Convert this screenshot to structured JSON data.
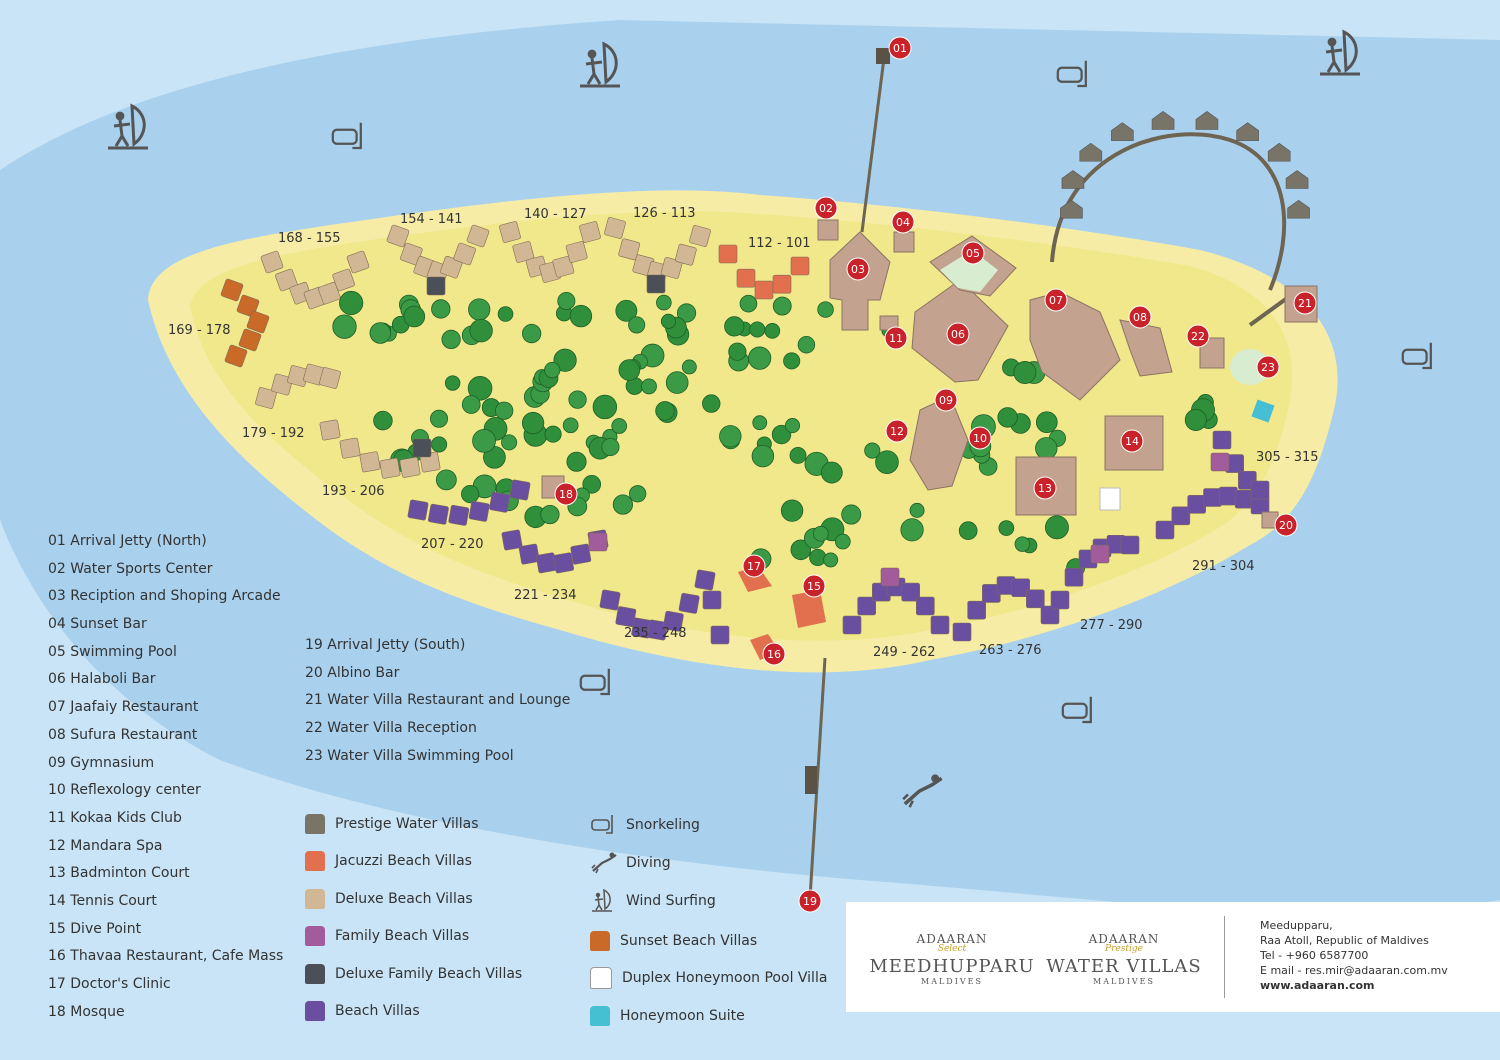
{
  "map": {
    "numbered_places": [
      {
        "id": "01",
        "label": "Arrival Jetty (North)"
      },
      {
        "id": "02",
        "label": "Water Sports Center"
      },
      {
        "id": "03",
        "label": "Reciption and Shoping Arcade"
      },
      {
        "id": "04",
        "label": "Sunset Bar"
      },
      {
        "id": "05",
        "label": "Swimming Pool"
      },
      {
        "id": "06",
        "label": "Halaboli Bar"
      },
      {
        "id": "07",
        "label": "Jaafaiy Restaurant"
      },
      {
        "id": "08",
        "label": "Sufura Restaurant"
      },
      {
        "id": "09",
        "label": "Gymnasium"
      },
      {
        "id": "10",
        "label": "Reflexology center"
      },
      {
        "id": "11",
        "label": "Kokaa Kids Club"
      },
      {
        "id": "12",
        "label": "Mandara Spa"
      },
      {
        "id": "13",
        "label": "Badminton Court"
      },
      {
        "id": "14",
        "label": "Tennis Court"
      },
      {
        "id": "15",
        "label": "Dive Point"
      },
      {
        "id": "16",
        "label": "Thavaa Restaurant, Cafe Mass"
      },
      {
        "id": "17",
        "label": "Doctor's Clinic"
      },
      {
        "id": "18",
        "label": "Mosque"
      },
      {
        "id": "19",
        "label": "Arrival Jetty (South)"
      },
      {
        "id": "20",
        "label": "Albino Bar"
      },
      {
        "id": "21",
        "label": "Water Villa Restaurant and Lounge"
      },
      {
        "id": "22",
        "label": "Water Villa Reception"
      },
      {
        "id": "23",
        "label": "Water Villa Swimming Pool"
      }
    ],
    "villa_ranges": [
      "168 - 155",
      "154 - 141",
      "140 - 127",
      "126 - 113",
      "112 - 101",
      "169 - 178",
      "179 - 192",
      "193 - 206",
      "207 - 220",
      "221 - 234",
      "235 - 248",
      "249 - 262",
      "263 - 276",
      "277 - 290",
      "291 - 304",
      "305 - 315"
    ],
    "villa_types": [
      {
        "name": "Prestige Water Villas",
        "color": "#787568"
      },
      {
        "name": "Jacuzzi Beach Villas",
        "color": "#e2704f"
      },
      {
        "name": "Deluxe Beach Villas",
        "color": "#d2b794"
      },
      {
        "name": "Family Beach Villas",
        "color": "#a25b9b"
      },
      {
        "name": "Deluxe Family Beach Villas",
        "color": "#4b4f57"
      },
      {
        "name": "Beach Villas",
        "color": "#6a4fa1"
      },
      {
        "name": "Sunset Beach Villas",
        "color": "#c96a29"
      },
      {
        "name": "Duplex Honeymoon Pool Villa",
        "color": "#ffffff"
      },
      {
        "name": "Honeymoon Suite",
        "color": "#45bfd3"
      }
    ],
    "activities": [
      {
        "name": "Snorkeling",
        "icon": "snorkel-mask-icon"
      },
      {
        "name": "Diving",
        "icon": "diver-icon"
      },
      {
        "name": "Wind Surfing",
        "icon": "windsurfer-icon"
      }
    ],
    "colors": {
      "sea_light": "#c9e4f6",
      "sea_mid": "#a9d1ee",
      "beach": "#f6eca6",
      "land": "#f1e78b",
      "marker": "#c9222a",
      "building": "#c3a28f",
      "palm": "#2f8f3a"
    }
  },
  "brand": {
    "logo1": {
      "top": "ADAARAN",
      "mid": "Select",
      "big": "MEEDHUPPARU",
      "small": "MALDIVES"
    },
    "logo2": {
      "top": "ADAARAN",
      "mid": "Prestige",
      "big": "WATER VILLAS",
      "small": "MALDIVES"
    },
    "contact": {
      "line1": "Meedupparu,",
      "line2": "Raa Atoll, Republic of Maldives",
      "line3": "Tel - +960 6587700",
      "line4": "E mail - res.mir@adaaran.com.mv",
      "web": "www.adaaran.com"
    }
  }
}
